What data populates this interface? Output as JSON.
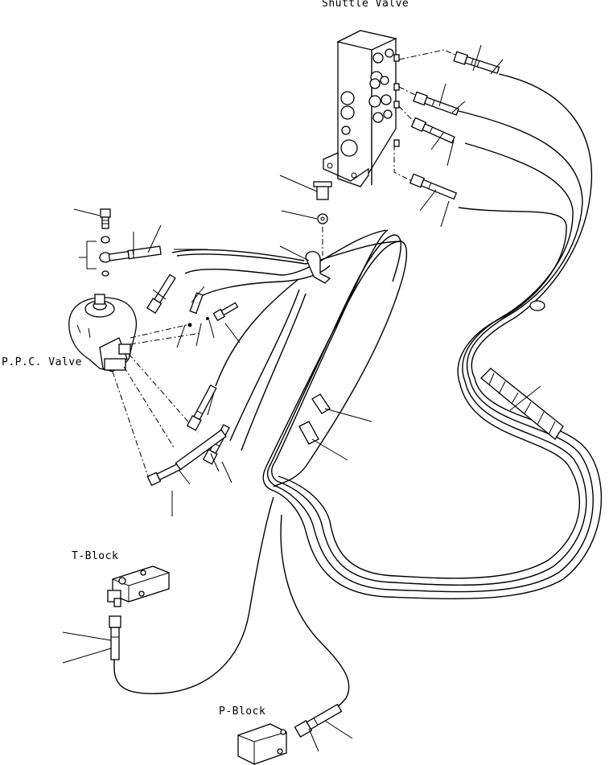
{
  "labels": {
    "shuttle_valve": "Shuttle Valve",
    "ppc_valve": "P.P.C. Valve",
    "t_block": "T-Block",
    "p_block": "P-Block"
  },
  "colors": {
    "ink": "#000000",
    "paper": "#ffffff"
  }
}
